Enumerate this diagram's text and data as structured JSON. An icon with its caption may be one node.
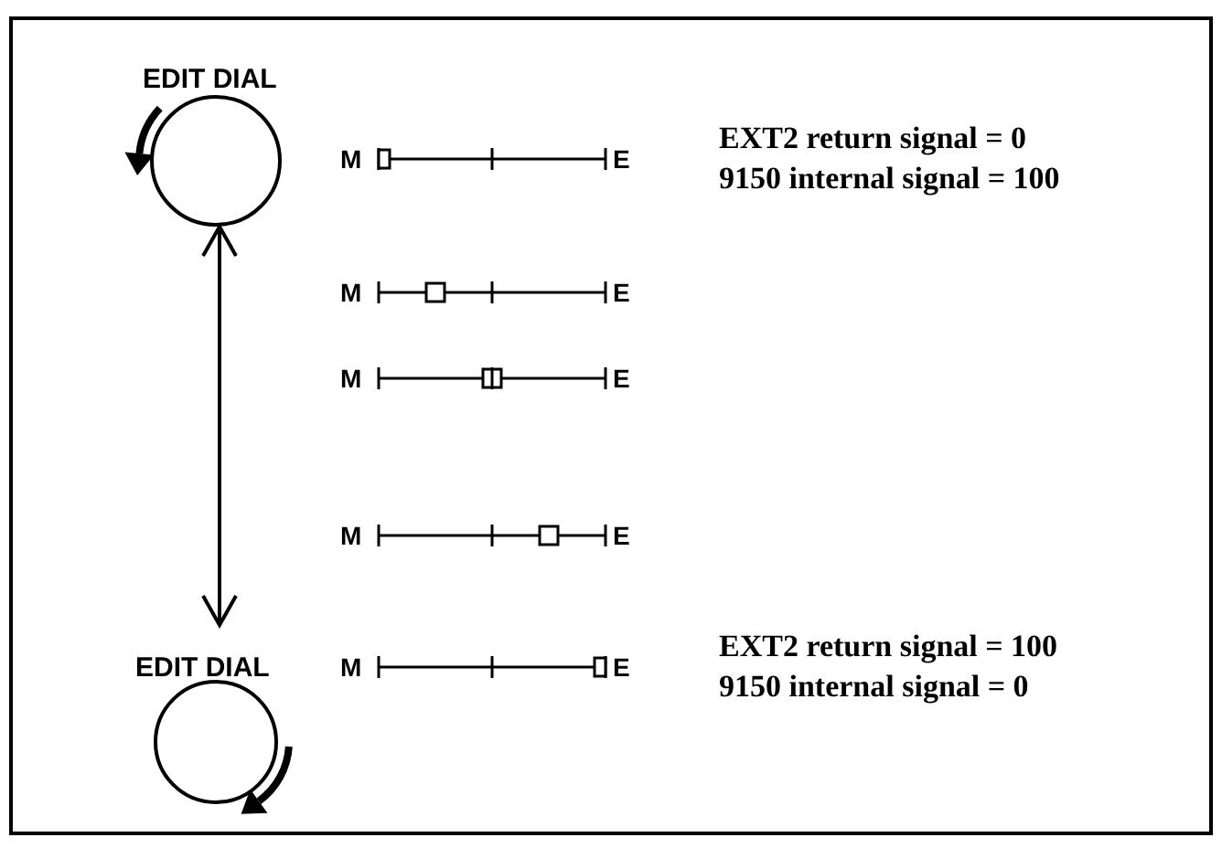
{
  "diagram": {
    "nodes": [
      {
        "text": [
          "EDIT DIAL"
        ]
      },
      {
        "text": [
          "EDIT DIAL"
        ]
      }
    ],
    "edges": [
      {
        "from": 0,
        "to": 1,
        "arrow": "both"
      }
    ],
    "labels": [
      "M",
      "E",
      "EXT2 return signal = 0",
      "9150 internal signal = 100",
      "M",
      "E",
      "M",
      "E",
      "M",
      "E",
      "M",
      "E",
      "EXT2 return signal = 100",
      "9150 internal signal = 0"
    ]
  }
}
